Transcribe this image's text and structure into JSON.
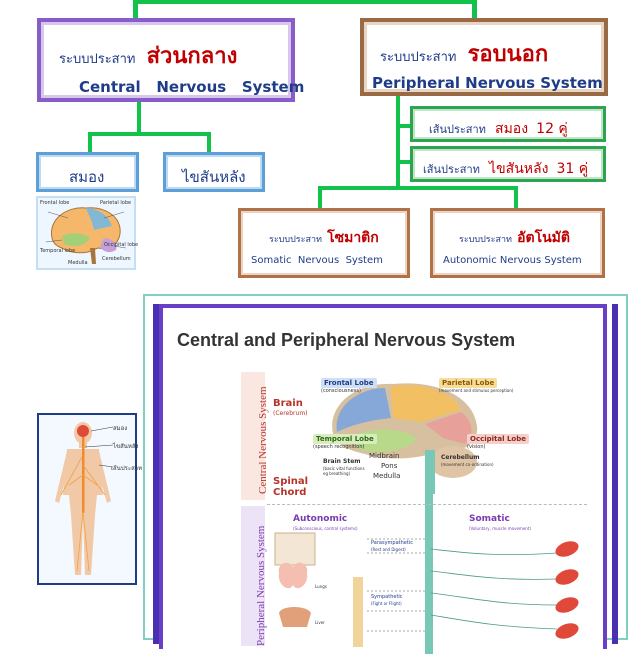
{
  "cns": {
    "thai_prefix": "ระบบประสาท",
    "thai_main": "ส่วนกลาง",
    "english": "Central   Nervous   System"
  },
  "pns": {
    "thai_prefix": "ระบบประสาท",
    "thai_main": "รอบนอก",
    "english": "Peripheral Nervous System"
  },
  "cranial": {
    "prefix": "เส้นประสาท",
    "main": "สมอง",
    "count": "12 คู่"
  },
  "spinal_nerves": {
    "prefix": "เส้นประสาท",
    "main": "ไขสันหลัง",
    "count": "31 คู่"
  },
  "brain_box": {
    "label": "สมอง"
  },
  "spinal_box": {
    "label": "ไขสันหลัง"
  },
  "somatic": {
    "thai_prefix": "ระบบประสาท",
    "thai_main": "โซมาติก",
    "english": "Somatic  Nervous  System"
  },
  "autonomic": {
    "thai_prefix": "ระบบประสาท",
    "thai_main": "อัตโนมัติ",
    "english": "Autonomic Nervous System"
  },
  "figure": {
    "title": "Central and Peripheral Nervous System",
    "cns_side": "Central Nervous System",
    "pns_side": "Peripheral Nervous System",
    "brain": "Brain",
    "brain_sub": "(Cerebrum)",
    "spinal_cord": "Spinal\nChord",
    "frontal": "Frontal Lobe",
    "frontal_sub": "(consciousness)",
    "parietal": "Parietal Lobe",
    "parietal_sub": "(movement and stimulus perception)",
    "temporal": "Temporal Lobe",
    "temporal_sub": "(speech recognition)",
    "occipital": "Occipital Lobe",
    "occipital_sub": "(vision)",
    "midbrain": "Midbrain",
    "pons": "Pons",
    "brainstem": "Brain Stem",
    "brainstem_sub": "(basic vital functions eg breathing)",
    "medulla": "Medulla",
    "cerebellum": "Cerebellum",
    "cerebellum_sub": "(movement co-ordination)",
    "autonomic": "Autonomic",
    "autonomic_sub": "(Subconscious, control systems)",
    "somatic": "Somatic",
    "somatic_sub": "(Voluntary, muscle movement)",
    "parasympathetic": "Parasympathetic",
    "parasympathetic_sub": "(Rest and Digest)",
    "sympathetic": "Sympathetic",
    "sympathetic_sub": "(Fight or Flight)",
    "lungs": "Lungs",
    "liver": "Liver"
  },
  "body_labels": {
    "brain": "สมอง",
    "spinal": "ไขสันหลัง",
    "nerves": "เส้นประสาท"
  },
  "brain_labels": [
    "Frontal lobe",
    "Parietal lobe",
    "Occipital lobe",
    "Temporal lobe",
    "Cerebellum",
    "Medulla"
  ]
}
